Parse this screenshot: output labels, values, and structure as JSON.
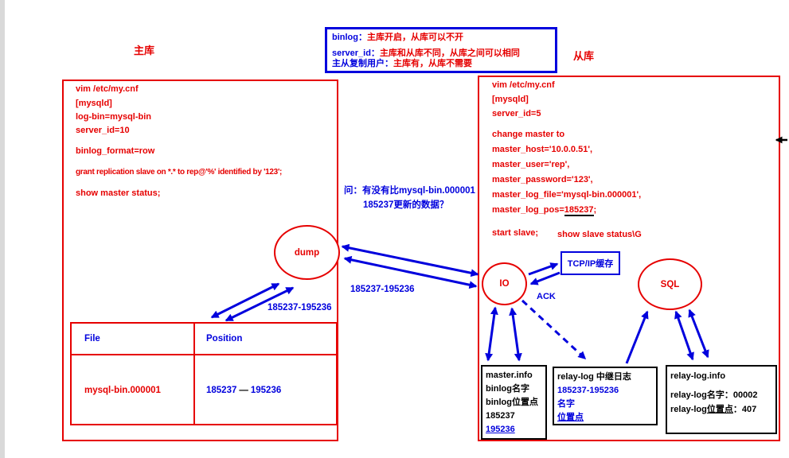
{
  "colors": {
    "red": "#e60000",
    "blue": "#0000dd",
    "black": "#000000"
  },
  "titles": {
    "master": "主库",
    "slave": "从库"
  },
  "note": {
    "l1_label": "binlog：",
    "l1_text": "主库开启，从库可以不开",
    "l2_label": "server_id：",
    "l2_text": "主库和从库不同，从库之间可以相同",
    "l3_label": "主从复制用户：",
    "l3_text": "主库有，从库不需要"
  },
  "master": {
    "lines": [
      "vim /etc/my.cnf",
      "[mysqld]",
      "log-bin=mysql-bin",
      "server_id=10",
      "binlog_format=row",
      "grant replication slave on *.* to rep@'%' identified by '123';",
      "show master status;"
    ],
    "table": {
      "col1": "File",
      "col2": "Position",
      "file": "mysql-bin.000001",
      "pos_start": "185237",
      "pos_dash": "—",
      "pos_end": "195236"
    }
  },
  "slave": {
    "lines1": [
      "vim /etc/my.cnf",
      "[mysqld]",
      "server_id=5"
    ],
    "lines2": [
      "change master to",
      "master_host='10.0.0.51',",
      "master_user='rep',",
      "master_password='123',",
      "master_log_file='mysql-bin.000001',"
    ],
    "log_pos_prefix": "master_log_pos=",
    "log_pos_value": "185237",
    "log_pos_suffix": ";",
    "start_slave": "start slave;",
    "show_status": "show slave status\\G"
  },
  "nodes": {
    "dump": "dump",
    "io": "IO",
    "sql": "SQL",
    "tcpip": "TCP/IP缓存"
  },
  "question": {
    "line1": "问：有没有比mysql-bin.000001",
    "line2": "185237更新的数据？"
  },
  "arrow_labels": {
    "range1": "185237-195236",
    "range2": "185237-195236",
    "ack": "ACK"
  },
  "master_info": {
    "title": "master.info",
    "l1": "binlog名字",
    "l2": "binlog位置点",
    "v1": "185237",
    "v2": "195236"
  },
  "relay_log": {
    "title": "relay-log 中继日志",
    "range": "185237-195236",
    "name": "名字",
    "pos": "位置点"
  },
  "relay_log_info": {
    "title": "relay-log.info",
    "name_label": "relay-log名字：",
    "name_value": "00002",
    "pos_label_a": "relay-log",
    "pos_label_b": "位置点",
    "pos_sep": "：",
    "pos_value": "407"
  }
}
